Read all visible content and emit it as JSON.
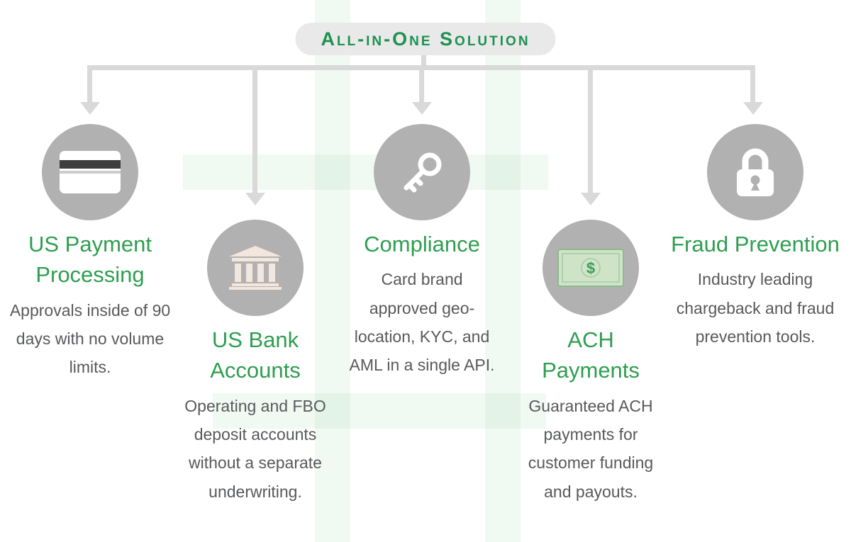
{
  "header": {
    "title": "All-in-One Solution"
  },
  "colors": {
    "accent_green": "#2e9e50",
    "header_green": "#1d9150",
    "text_gray": "#58595b",
    "circle_gray": "#b1b1b1",
    "connector_gray": "#d9d9d9",
    "pill_background": "#e9e9e9",
    "watermark_green": "#3fae5a",
    "bank_icon_cream": "#f3e6dc",
    "bill_fill_green": "#cfe4c6"
  },
  "columns": [
    {
      "icon": "credit-card-icon",
      "title": "US Payment Processing",
      "description": "Approvals inside of 90 days with no volume limits."
    },
    {
      "icon": "bank-icon",
      "title": "US Bank Accounts",
      "description": "Operating and FBO deposit accounts without a separate underwriting."
    },
    {
      "icon": "key-icon",
      "title": "Compliance",
      "description": "Card brand approved geo-location, KYC, and AML in a single API."
    },
    {
      "icon": "dollar-bill-icon",
      "title": "ACH Payments",
      "description": "Guaranteed ACH payments for customer funding and payouts."
    },
    {
      "icon": "lock-icon",
      "title": "Fraud Prevention",
      "description": "Industry leading chargeback and fraud prevention tools."
    }
  ]
}
